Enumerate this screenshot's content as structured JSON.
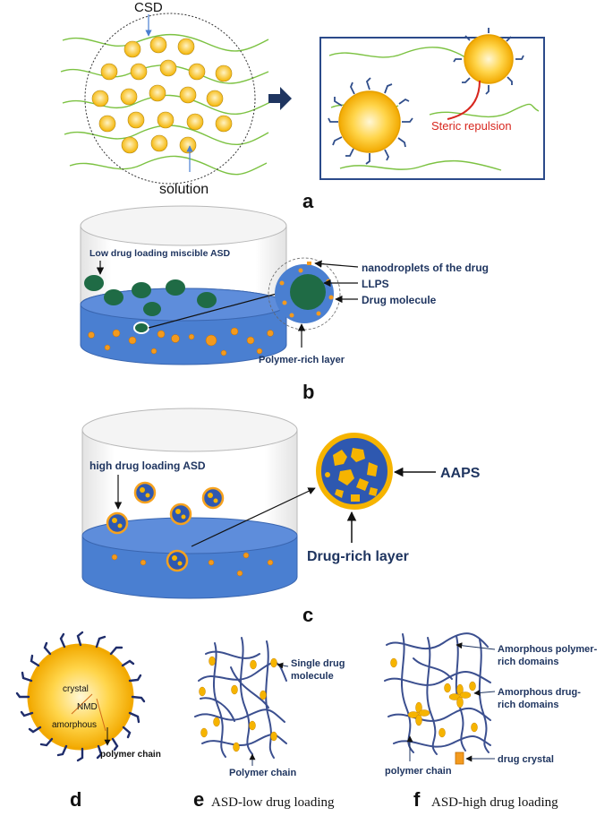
{
  "panel_a": {
    "label_csd": "CSD",
    "label_solution": "solution",
    "label_steric": "Steric repulsion",
    "letter": "a"
  },
  "panel_b": {
    "label_low_loading": "Low drug loading miscible ASD",
    "label_nanodroplets": "nanodroplets of the drug",
    "label_llps": "LLPS",
    "label_drug_molecule": "Drug molecule",
    "label_polymer_layer": "Polymer-rich layer",
    "letter": "b"
  },
  "panel_c": {
    "label_high_loading": "high drug loading ASD",
    "label_aaps": "AAPS",
    "label_drug_rich": "Drug-rich layer",
    "letter": "c"
  },
  "panel_d": {
    "label_crystal": "crystal",
    "label_nmd": "NMD",
    "label_amorphous": "amorphous",
    "label_polymer_chain": "polymer chain",
    "letter": "d"
  },
  "panel_e": {
    "label_single_drug_1": "Single drug",
    "label_single_drug_2": "molecule",
    "label_polymer_chain": "Polymer chain",
    "letter": "e",
    "caption": "ASD-low drug loading"
  },
  "panel_f": {
    "label_amorph_polymer_1": "Amorphous polymer-",
    "label_amorph_polymer_2": "rich domains",
    "label_amorph_drug_1": "Amorphous drug-",
    "label_amorph_drug_2": "rich domains",
    "label_polymer_chain": "polymer chain",
    "label_drug_crystal": "drug crystal",
    "letter": "f",
    "caption": "ASD-high drug loading"
  },
  "colors": {
    "yellow": "#f7b500",
    "blue_liquid": "#4a7fd1",
    "dark_green": "#1f6b45",
    "navy": "#1f3560",
    "chain_blue": "#243a7a",
    "chain_green": "#7cc242",
    "red": "#d7261e",
    "orange": "#f39a1e"
  }
}
